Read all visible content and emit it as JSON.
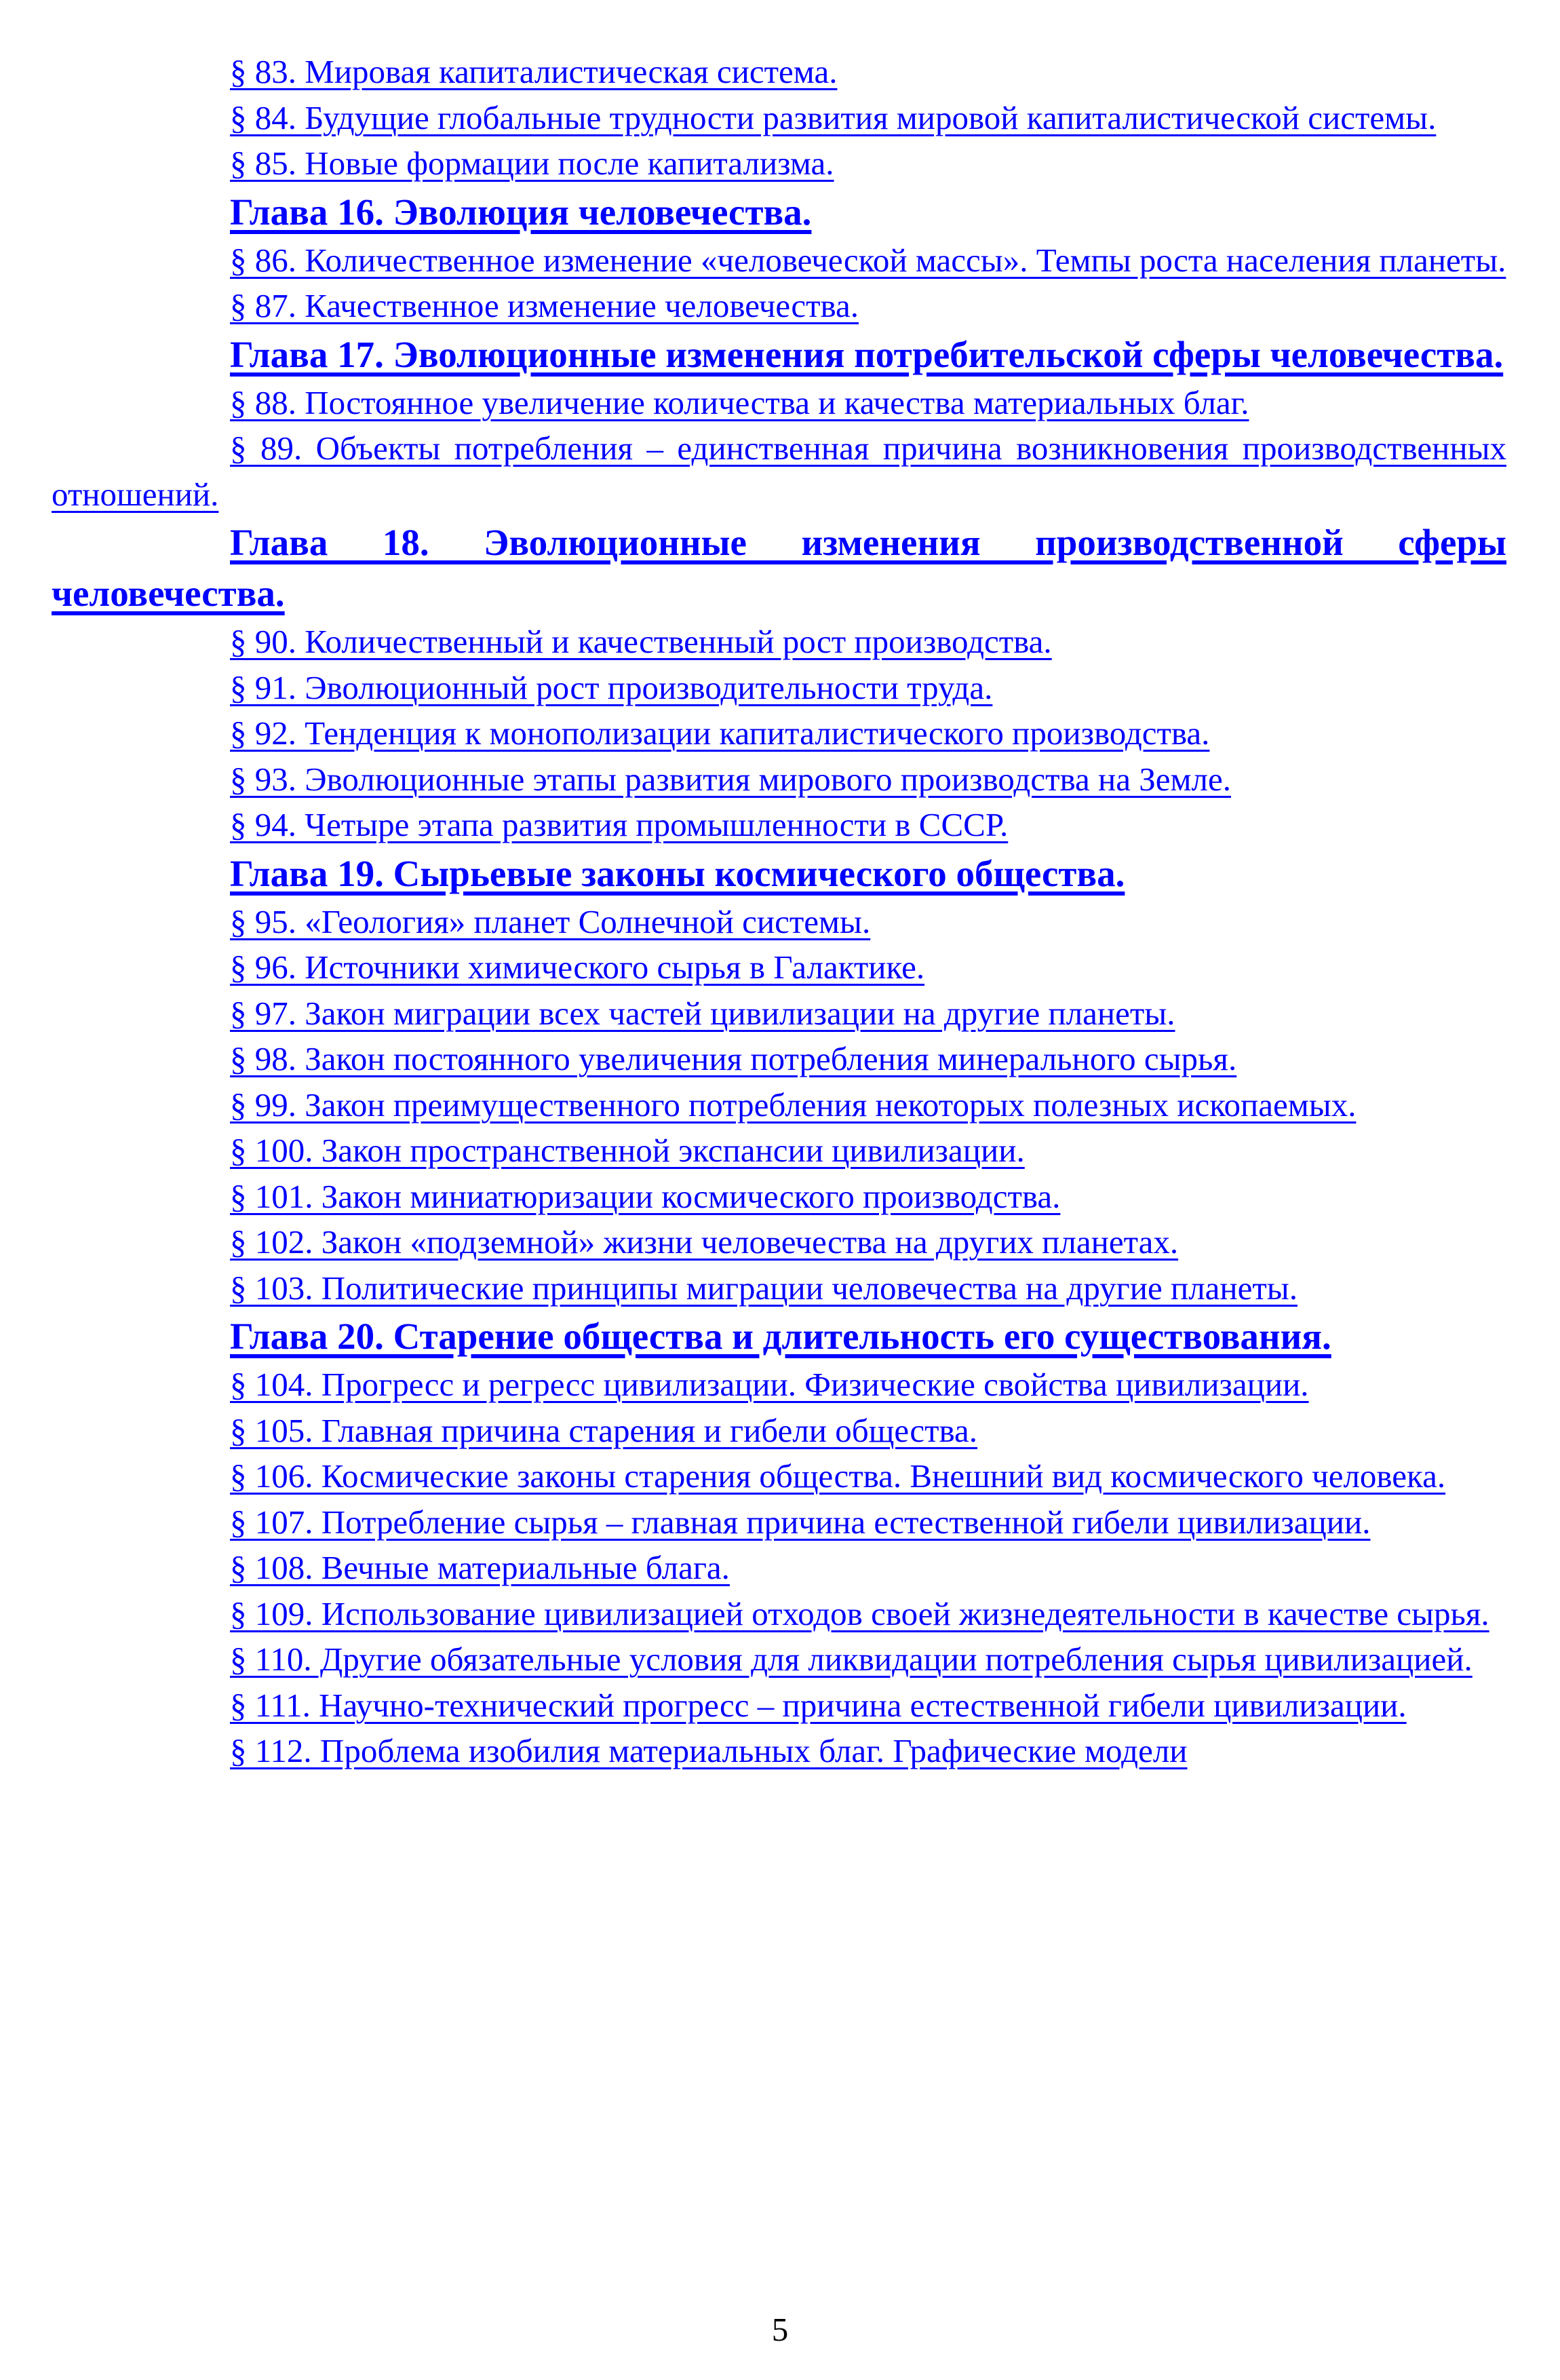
{
  "toc": [
    {
      "type": "sec",
      "text": "§ 83. Мировая капиталистическая система. "
    },
    {
      "type": "sec",
      "text": "§ 84. Будущие глобальные трудности развития мировой капиталистической системы. "
    },
    {
      "type": "sec",
      "text": "§ 85. Новые формации после капитализма."
    },
    {
      "type": "ch",
      "text": "Глава 16. Эволюция человечества."
    },
    {
      "type": "sec",
      "text": "§ 86. Количественное изменение «человеческой массы». Темпы роста населения планеты."
    },
    {
      "type": "sec",
      "text": "§ 87. Качественное изменение человечества. "
    },
    {
      "type": "ch",
      "text": "Глава 17. Эволюционные изменения потребительской сферы человечества. "
    },
    {
      "type": "sec",
      "text": "§ 88. Постоянное увеличение количества и качества материальных благ."
    },
    {
      "type": "sec",
      "text": "§ 89. Объекты потребления – единственная причина возникновения производственных отношений. "
    },
    {
      "type": "ch",
      "text": "Глава 18. Эволюционные изменения производственной сферы человечества."
    },
    {
      "type": "sec",
      "text": "§ 90. Количественный и качественный рост производства."
    },
    {
      "type": "sec",
      "text": "§ 91. Эволюционный рост производительности труда."
    },
    {
      "type": "sec",
      "text": "§ 92. Тенденция к монополизации капиталистического производства."
    },
    {
      "type": "sec",
      "text": "§ 93. Эволюционные этапы развития мирового производства на Земле."
    },
    {
      "type": "sec",
      "text": "§ 94. Четыре этапа развития промышленности в СССР."
    },
    {
      "type": "ch",
      "text": "Глава 19. Сырьевые законы космического общества. "
    },
    {
      "type": "sec",
      "text": "§ 95. «Геология» планет Солнечной системы."
    },
    {
      "type": "sec",
      "text": "§ 96. Источники химического сырья в Галактике."
    },
    {
      "type": "sec",
      "text": "§ 97. Закон миграции всех частей цивилизации на другие планеты."
    },
    {
      "type": "sec",
      "text": "§ 98. Закон постоянного увеличения потребления минерального сырья."
    },
    {
      "type": "sec",
      "text": "§ 99. Закон преимущественного потребления некоторых полезных ископаемых."
    },
    {
      "type": "sec",
      "text": "§ 100. Закон пространственной экспансии цивилизации."
    },
    {
      "type": "sec",
      "text": "§ 101. Закон миниатюризации космического производства."
    },
    {
      "type": "sec",
      "text": "§ 102. Закон «подземной» жизни человечества на других планетах."
    },
    {
      "type": "sec",
      "text": "§ 103. Политические принципы миграции человечества на другие планеты."
    },
    {
      "type": "ch",
      "text": "Глава 20. Старение общества и длительность его существования."
    },
    {
      "type": "sec",
      "text": "§ 104. Прогресс и регресс цивилизации. Физические свойства цивилизации."
    },
    {
      "type": "sec",
      "text": "§ 105. Главная причина старения и гибели общества. "
    },
    {
      "type": "sec",
      "text": "§ 106. Космические законы старения общества. Внешний вид космического человека."
    },
    {
      "type": "sec",
      "text": "§ 107. Потребление сырья – главная причина естественной гибели цивилизации. "
    },
    {
      "type": "sec",
      "text": "§ 108. Вечные материальные блага."
    },
    {
      "type": "sec",
      "text": "§ 109. Использование цивилизацией отходов своей жизнедеятельности в качестве сырья."
    },
    {
      "type": "sec",
      "text": "§ 110. Другие обязательные условия для ликвидации потребления сырья цивилизацией."
    },
    {
      "type": "sec",
      "text": "§ 111. Научно-технический прогресс – причина естественной гибели цивилизации."
    },
    {
      "type": "sec",
      "text": "§ 112. Проблема изобилия материальных благ. Графические модели"
    }
  ],
  "page_number": "5",
  "colors": {
    "link": "#0000ff",
    "text": "#000000"
  }
}
